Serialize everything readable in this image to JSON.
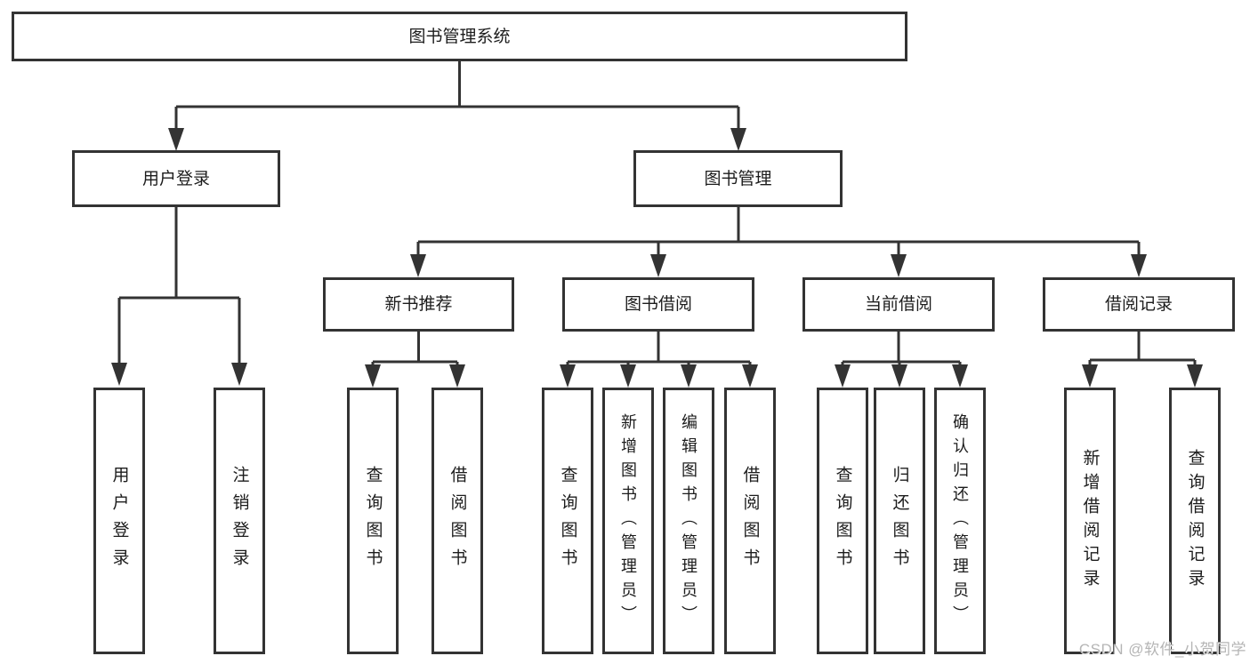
{
  "diagram": {
    "root_label": "图书管理系统",
    "level2": {
      "user_login": "用户登录",
      "book_management": "图书管理"
    },
    "level3": {
      "new_book": "新书推荐",
      "book_borrow": "图书借阅",
      "current_borrow": "当前借阅",
      "borrow_records": "借阅记录"
    },
    "leaves": {
      "user": [
        "用户登录",
        "注销登录"
      ],
      "new_book": [
        "查询图书",
        "借阅图书"
      ],
      "book_borrow": [
        "查询图书",
        "新增图书（管理员）",
        "编辑图书（管理员）",
        "借阅图书"
      ],
      "current_borrow": [
        "查询图书",
        "归还图书",
        "确认归还（管理员）"
      ],
      "borrow_records": [
        "新增借阅记录",
        "查询借阅记录"
      ]
    }
  },
  "watermark": "CSDN @软件_小贺同学",
  "colors": {
    "line": "#333333",
    "text": "#1c1c1c",
    "watermark": "#b5b5b5",
    "background": "#ffffff"
  }
}
